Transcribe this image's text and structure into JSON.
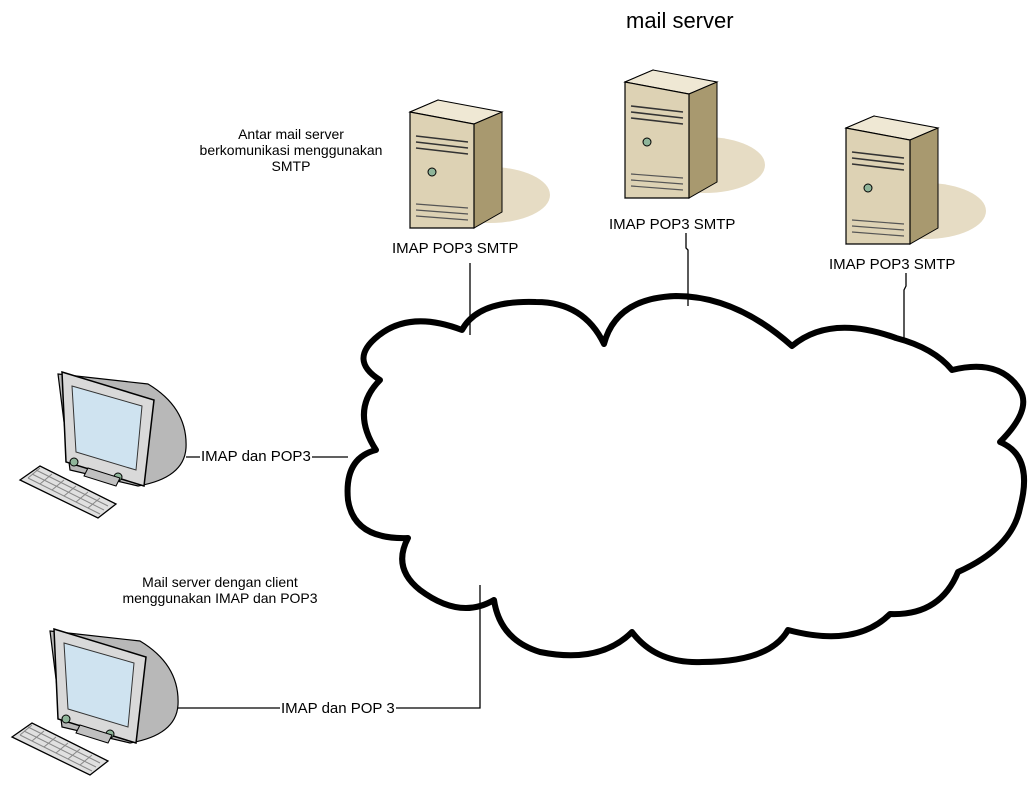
{
  "title": "mail server",
  "servers": [
    {
      "protocols": "IMAP POP3 SMTP"
    },
    {
      "protocols": "IMAP POP3 SMTP"
    },
    {
      "protocols": "IMAP POP3 SMTP"
    }
  ],
  "notes": {
    "server_to_server": "Antar mail server berkomunikasi menggunakan SMTP",
    "server_to_client": "Mail server dengan client menggunakan IMAP dan POP3"
  },
  "clients": [
    {
      "link_label": "IMAP dan POP3"
    },
    {
      "link_label": "IMAP dan POP 3"
    }
  ],
  "colors": {
    "server_body": "#ddd2b4",
    "server_shadow": "#e6dcc4",
    "monitor_body": "#d9d9d9",
    "screen": "#cfe3f0",
    "line": "#000000"
  },
  "icons": [
    "server-icon",
    "computer-icon",
    "cloud-shape"
  ]
}
